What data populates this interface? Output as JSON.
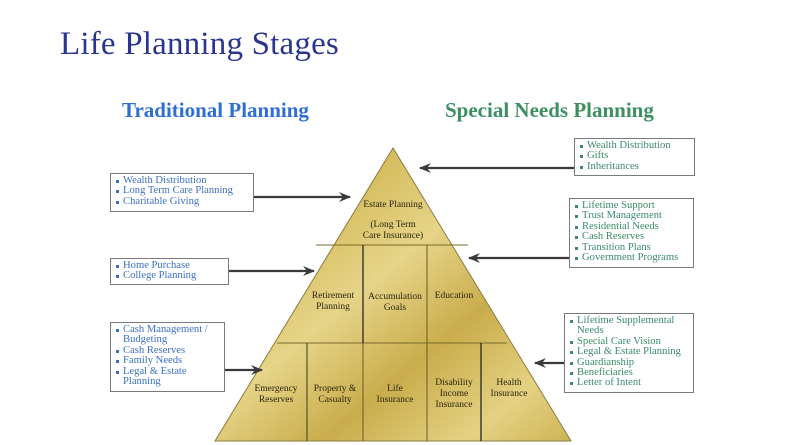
{
  "title": "Life Planning Stages",
  "headings": {
    "traditional": "Traditional Planning",
    "special_needs": "Special Needs Planning"
  },
  "colors": {
    "title": "#2a3590",
    "traditional": "#2f6fd4",
    "special_needs": "#3d8f62",
    "pyramid_gold": "#d9c36a"
  },
  "traditional_boxes": [
    {
      "items": [
        "Wealth Distribution",
        "Long Term Care Planning",
        "Charitable Giving"
      ]
    },
    {
      "items": [
        "Home Purchase",
        "College Planning"
      ]
    },
    {
      "items": [
        "Cash Management / Budgeting",
        "Cash Reserves",
        "Family Needs",
        "Legal & Estate Planning"
      ]
    }
  ],
  "special_needs_boxes": [
    {
      "items": [
        "Wealth Distribution",
        "Gifts",
        "Inheritances"
      ]
    },
    {
      "items": [
        "Lifetime Support",
        "Trust Management",
        "Residential Needs",
        "Cash Reserves",
        "Transition Plans",
        "Government Programs"
      ]
    },
    {
      "items": [
        "Lifetime Supplemental Needs",
        "Special Care Vision",
        "Legal & Estate Planning",
        "Guardianship",
        "Beneficiaries",
        "Letter of Intent"
      ]
    }
  ],
  "pyramid": {
    "top": {
      "line1": "Estate Planning",
      "line2": "(Long Term",
      "line3": "Care Insurance)"
    },
    "middle": [
      {
        "line1": "Retirement",
        "line2": "Planning"
      },
      {
        "line1": "Accumulation",
        "line2": "Goals"
      },
      {
        "line1": "Education",
        "line2": ""
      }
    ],
    "bottom": [
      {
        "line1": "Emergency",
        "line2": "Reserves",
        "line3": ""
      },
      {
        "line1": "Property &",
        "line2": "Casualty",
        "line3": ""
      },
      {
        "line1": "Life",
        "line2": "Insurance",
        "line3": ""
      },
      {
        "line1": "Disability",
        "line2": "Income",
        "line3": "Insurance"
      },
      {
        "line1": "Health",
        "line2": "Insurance",
        "line3": ""
      }
    ]
  }
}
